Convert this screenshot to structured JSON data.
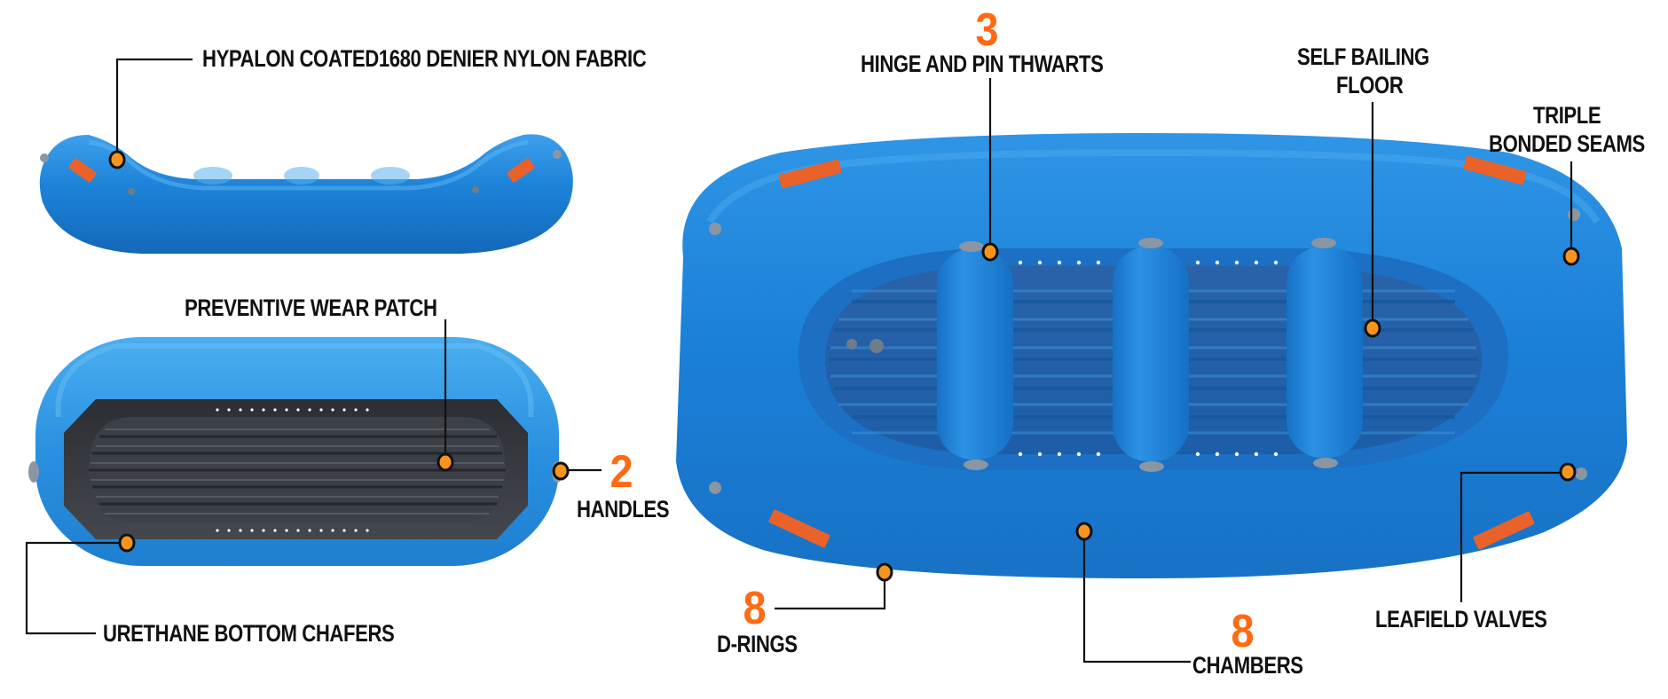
{
  "colors": {
    "raft_blue": "#1a7fd6",
    "raft_blue_light": "#3aa0ee",
    "raft_blue_dark": "#0f5fae",
    "floor_dark": "#3a3d42",
    "callout_dot": "#f7941d",
    "accent_number": "#ff6a13",
    "line": "#111111",
    "logo_patch": "#e8622a"
  },
  "views": {
    "side": {
      "callouts": [
        {
          "id": "fabric",
          "label": "HYPALON COATED1680 DENIER NYLON FABRIC"
        }
      ]
    },
    "bottom": {
      "callouts": [
        {
          "id": "wear_patch",
          "label": "PREVENTIVE WEAR PATCH"
        },
        {
          "id": "handles",
          "count": "2",
          "label": "HANDLES"
        },
        {
          "id": "chafers",
          "label": "URETHANE BOTTOM CHAFERS"
        }
      ]
    },
    "top": {
      "callouts": [
        {
          "id": "thwarts",
          "count": "3",
          "label": "HINGE AND PIN THWARTS"
        },
        {
          "id": "floor",
          "label_line1": "SELF BAILING",
          "label_line2": "FLOOR"
        },
        {
          "id": "seams",
          "label_line1": "TRIPLE",
          "label_line2": "BONDED SEAMS"
        },
        {
          "id": "d_rings",
          "count": "8",
          "label": "D-RINGS"
        },
        {
          "id": "chambers",
          "count": "8",
          "label": "CHAMBERS"
        },
        {
          "id": "valves",
          "label": "LEAFIELD VALVES"
        }
      ]
    }
  }
}
